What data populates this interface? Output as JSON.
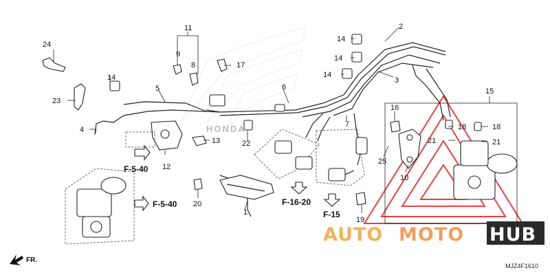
{
  "diagram": {
    "code": "MJZ4F1610",
    "part_numbers": [
      "1",
      "2",
      "3",
      "4",
      "5",
      "6",
      "7",
      "8",
      "9",
      "10",
      "11",
      "12",
      "13",
      "14",
      "15",
      "16",
      "17",
      "18",
      "19",
      "20",
      "21",
      "22",
      "23",
      "24",
      "25"
    ],
    "repeat_labels": {
      "p14b": "14",
      "p14c": "14",
      "p14d": "14",
      "p18b": "18",
      "p21b": "21"
    },
    "references": {
      "f540a": "F-5-40",
      "f540b": "F-5-40",
      "f1620": "F-16-20",
      "f15": "F-15"
    },
    "front_label": "FR.",
    "brand_on_frame": "HONDA"
  },
  "watermark": {
    "part1": "AUTO",
    "part2": "MOTO",
    "part3": "HUB",
    "color1": "#f2b25a",
    "color2": "#f0a060",
    "color3": "#ffffff",
    "hub_bg": "#2b2b2b",
    "triangle_color": "#e02020"
  }
}
